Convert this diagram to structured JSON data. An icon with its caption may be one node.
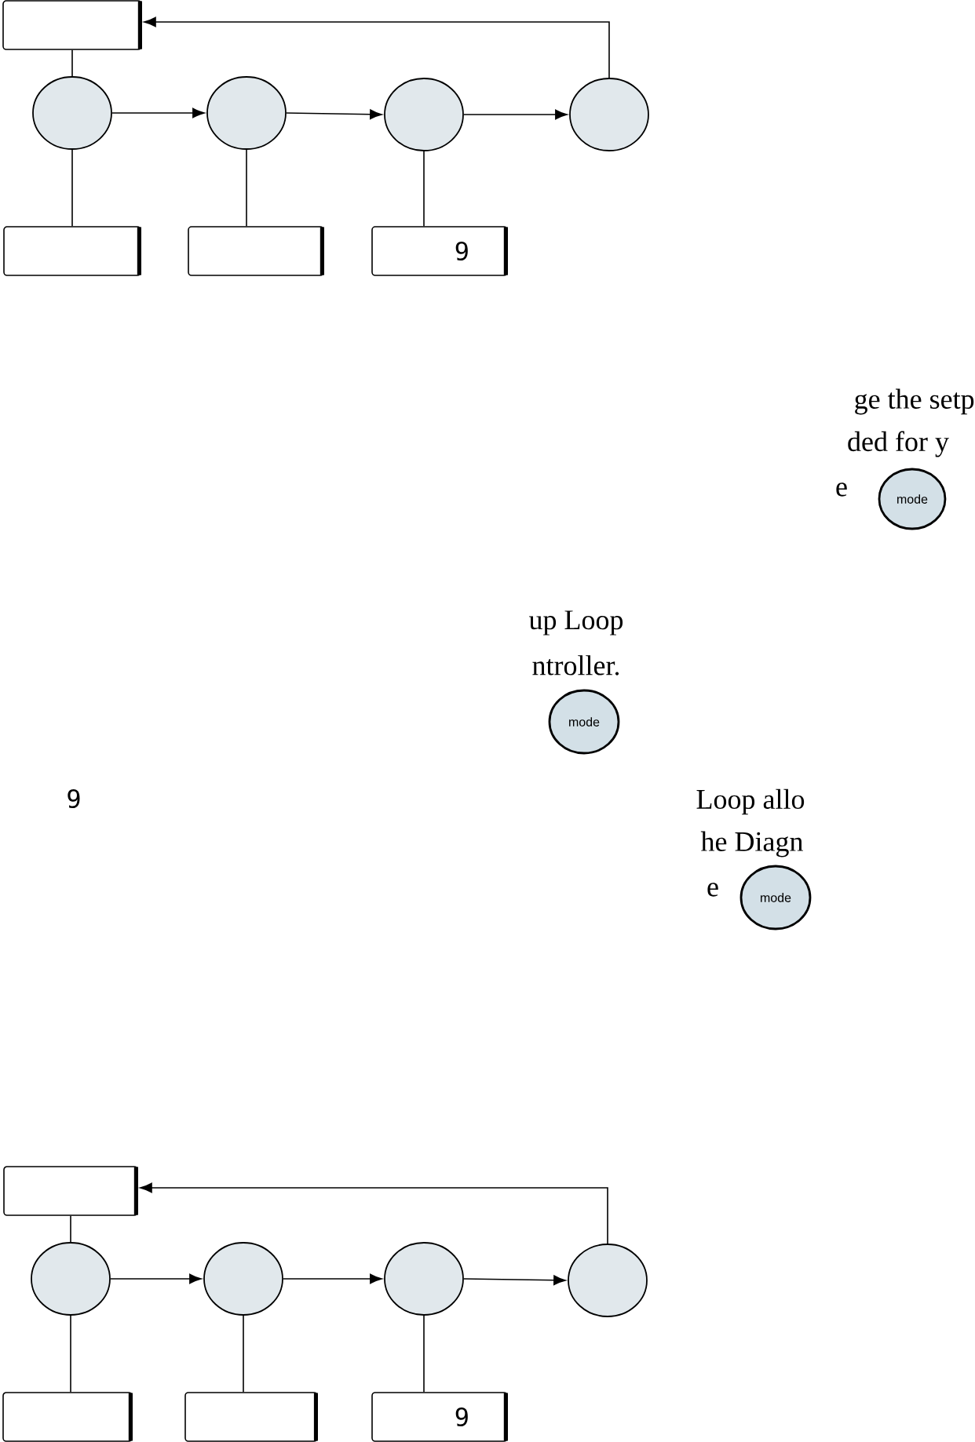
{
  "diagram": {
    "nodes": [
      {
        "text": [],
        "shape": "box"
      },
      {
        "text": [],
        "shape": "circle"
      },
      {
        "text": [],
        "shape": "circle"
      },
      {
        "text": [],
        "shape": "circle"
      },
      {
        "text": [],
        "shape": "circle"
      },
      {
        "text": [],
        "shape": "box"
      },
      {
        "text": [],
        "shape": "box"
      },
      {
        "text": [
          "9"
        ]
      },
      {
        "text": [
          "mode"
        ]
      },
      {
        "text": [
          "mode"
        ]
      },
      {
        "text": [
          "mode"
        ]
      },
      {
        "text": [],
        "shape": "box"
      },
      {
        "text": [],
        "shape": "circle"
      },
      {
        "text": [],
        "shape": "circle"
      },
      {
        "text": [],
        "shape": "circle"
      },
      {
        "text": [],
        "shape": "circle"
      },
      {
        "text": [],
        "shape": "box"
      },
      {
        "text": [],
        "shape": "box"
      },
      {
        "text": [
          "9"
        ]
      }
    ],
    "edges": [
      {
        "from": 1,
        "to": 0,
        "arrow": "none"
      },
      {
        "from": 1,
        "to": 2,
        "arrow": "to"
      },
      {
        "from": 2,
        "to": 3,
        "arrow": "to"
      },
      {
        "from": 3,
        "to": 4,
        "arrow": "to"
      },
      {
        "from": 4,
        "to": 0,
        "arrow": "to"
      },
      {
        "from": 1,
        "to": 5,
        "arrow": "none"
      },
      {
        "from": 2,
        "to": 6,
        "arrow": "none"
      },
      {
        "from": 3,
        "to": 7,
        "arrow": "none"
      },
      {
        "from": 12,
        "to": 11,
        "arrow": "none"
      },
      {
        "from": 12,
        "to": 13,
        "arrow": "to"
      },
      {
        "from": 13,
        "to": 14,
        "arrow": "to"
      },
      {
        "from": 14,
        "to": 15,
        "arrow": "to"
      },
      {
        "from": 15,
        "to": 11,
        "arrow": "to"
      },
      {
        "from": 12,
        "to": 16,
        "arrow": "none"
      },
      {
        "from": 13,
        "to": 17,
        "arrow": "none"
      },
      {
        "from": 14,
        "to": 18,
        "arrow": "none"
      }
    ],
    "labels": [
      "ge the setp",
      "ded for y",
      "e",
      "up Loop",
      "ntroller.",
      "9",
      "Loop allo",
      "he Diagn",
      "e"
    ]
  }
}
